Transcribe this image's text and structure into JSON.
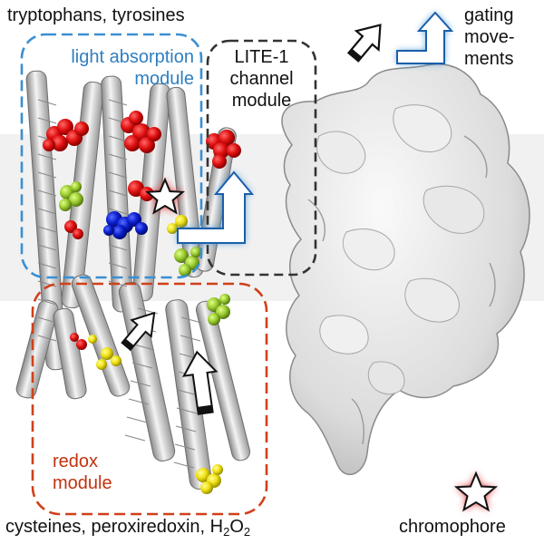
{
  "labels": {
    "top_left": "tryptophans, tyrosines",
    "top_right_line1": "gating",
    "top_right_line2": "move-",
    "top_right_line3": "ments",
    "bottom_left_prefix": "cysteines, peroxiredoxin, H",
    "bottom_left_sub": "2",
    "bottom_left_o": "O",
    "bottom_left_sub2": "2",
    "bottom_right": "chromophore"
  },
  "modules": {
    "light_absorption": {
      "line1": "light absorption",
      "line2": "module"
    },
    "channel": {
      "line1": "LITE-1",
      "line2": "channel",
      "line3": "module"
    },
    "redox": {
      "line1": "redox",
      "line2": "module"
    }
  },
  "colors": {
    "light_absorption_box": "#3b8fd1",
    "channel_box": "#333333",
    "redox_box": "#d0401a",
    "tryptophan": "#e01010",
    "cysteine": "#f0e010",
    "tyrosine_green": "#9acc30",
    "chromophore_core": "#0a1fd0",
    "star_glow": "#e02020",
    "membrane_band": "#f0f0f0"
  },
  "icons": [
    "star-icon",
    "white-arrow-icon",
    "blue-gating-arrow-icon"
  ]
}
